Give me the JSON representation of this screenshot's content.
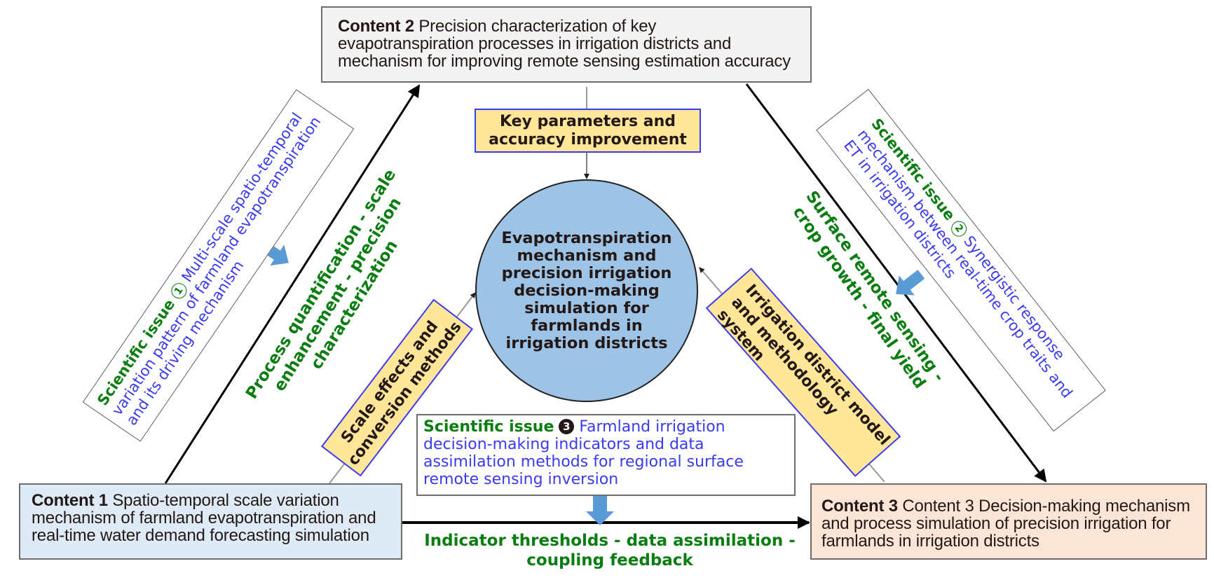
{
  "diagram": {
    "center": {
      "text": "Evapotranspiration mechanism and precision irrigation decision-making simulation for farmlands in irrigation districts",
      "fill": "#9dc3e6"
    },
    "content1": {
      "label": "Content 1",
      "text": "Spatio-temporal scale variation mechanism of farmland evapotranspiration and real-time water demand forecasting simulation",
      "fill": "#deeaf6"
    },
    "content2": {
      "label": "Content 2",
      "text": "Precision characterization of key evapotranspiration processes in irrigation districts and mechanism for improving remote sensing estimation accuracy",
      "fill": "#f3f3f3"
    },
    "content3": {
      "label": "Content 3",
      "text": "Content 3 Decision-making mechanism and process simulation of precision irrigation for farmlands in irrigation districts",
      "fill": "#fbe5d6"
    },
    "yellow_labels": {
      "key_parameters": "Key parameters and accuracy improvement",
      "scale_effects": "Scale effects and conversion methods",
      "irrigation_model": "Irrigation district model and methodology system"
    },
    "issues": {
      "issue1": {
        "label": "Scientific issue",
        "number": "1",
        "text": "Multi-scale spatio-temporal variation pattern of farmland evapotranspiration and its driving mechanism"
      },
      "issue2": {
        "label": "Scientific issue",
        "number": "2",
        "text": "Synergistic response mechanism between real-time crop traits and ET in irrigation districts"
      },
      "issue3": {
        "label": "Scientific issue",
        "number": "3",
        "text": "Farmland irrigation decision-making indicators and data assimilation methods for regional surface remote sensing inversion"
      }
    },
    "flow_labels": {
      "left": "Process quantification - scale enhancement - precision characterization",
      "right": "Surface remote sensing - crop growth - final yield",
      "bottom": "Indicator thresholds - data assimilation - coupling feedback"
    },
    "colors": {
      "issue_title": "#0a7d10",
      "issue_text": "#3a3af0",
      "yellow_fill": "#ffe699",
      "yellow_border": "#3b3bf5",
      "blue_arrow": "#5b9bd5"
    }
  }
}
